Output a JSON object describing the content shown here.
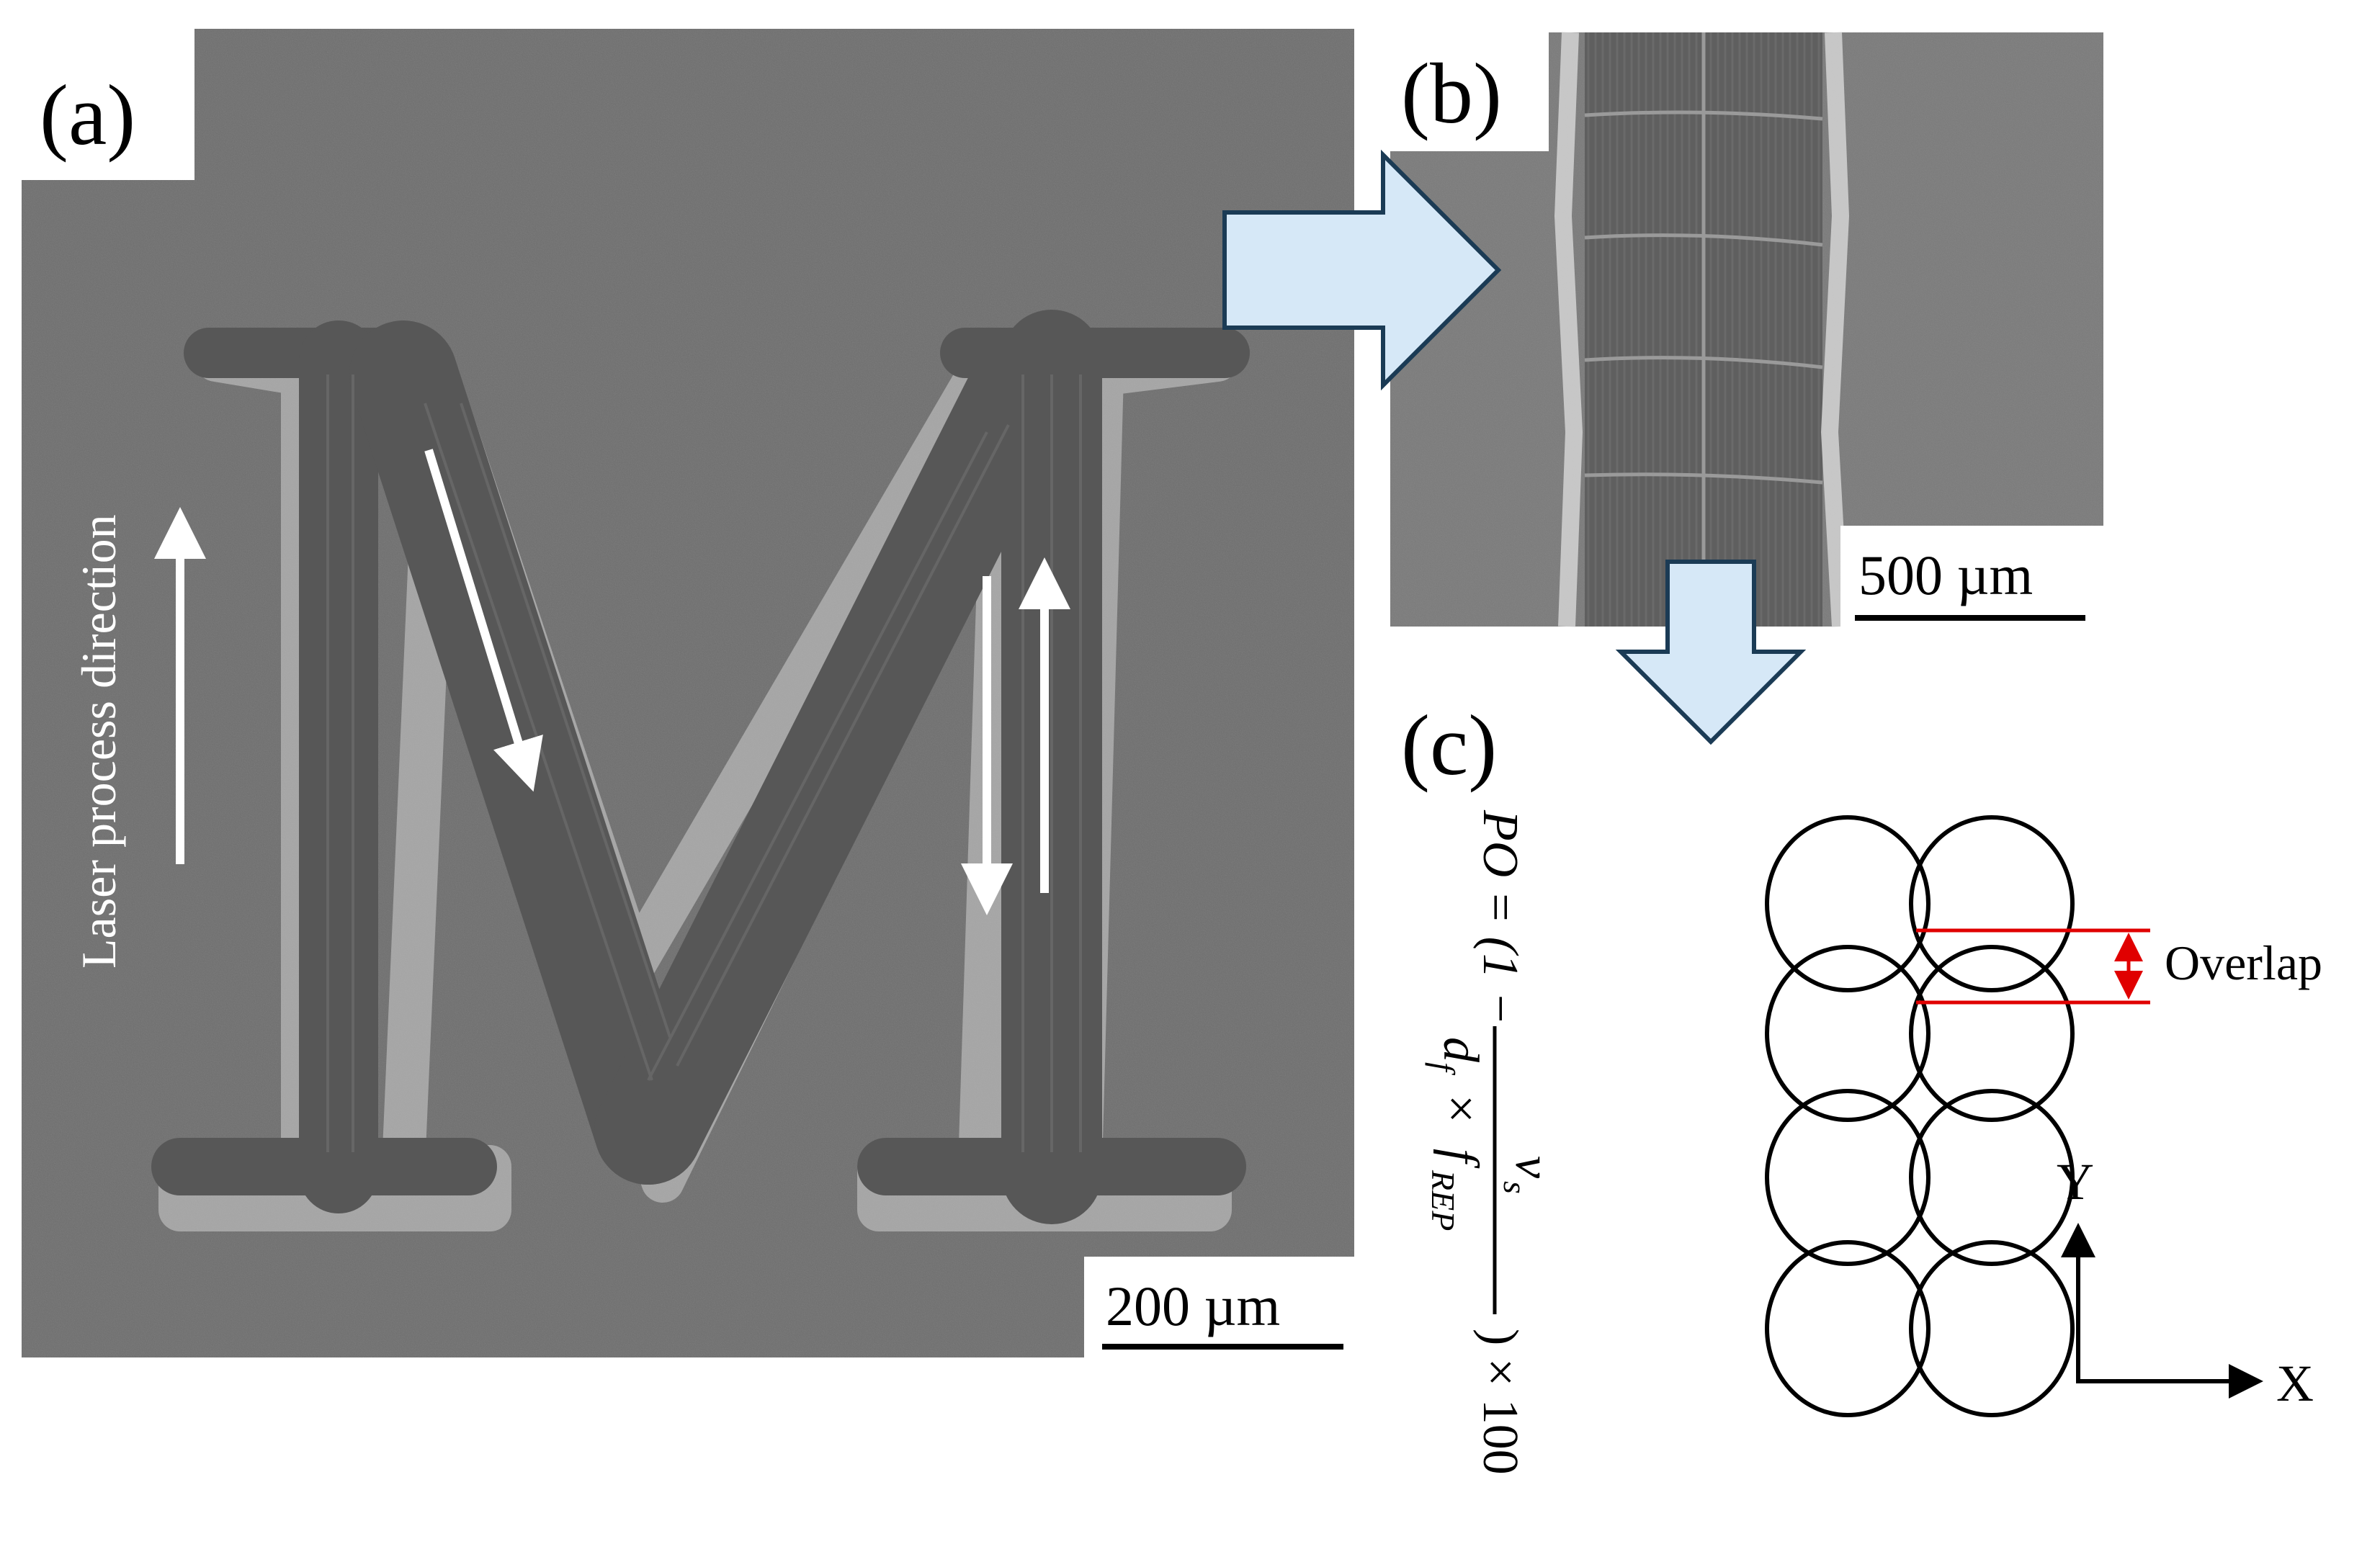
{
  "panels": {
    "a": {
      "label": "(a)",
      "scale_bar": "200 µm",
      "direction_label": "Laser process direction",
      "colors": {
        "background": "#6e6e6e",
        "bright_edge": "#d9d9d9",
        "trench": "#575757",
        "arrow": "#ffffff"
      }
    },
    "b": {
      "label": "(b)",
      "scale_bar": "500 µm",
      "colors": {
        "background": "#7a7a7a",
        "track": "#5f5f5f",
        "edge": "#d4d4d4"
      }
    },
    "c": {
      "label": "(c)",
      "formula": {
        "lhs": "PO = (1 −",
        "numerator": "v",
        "numerator_sub": "s",
        "denominator_a": "d",
        "denominator_a_sub": "f",
        "times": "×",
        "denominator_b": "f",
        "denominator_b_sub": "REP",
        "rhs": ") × 100"
      },
      "overlap_label": "Overlap",
      "axis_x": "X",
      "axis_y": "Y",
      "colors": {
        "circles": "#000000",
        "overlap_marker": "#e00000"
      }
    }
  },
  "connectors": {
    "color_fill": "#d6e8f7",
    "color_stroke": "#1b3b55"
  }
}
